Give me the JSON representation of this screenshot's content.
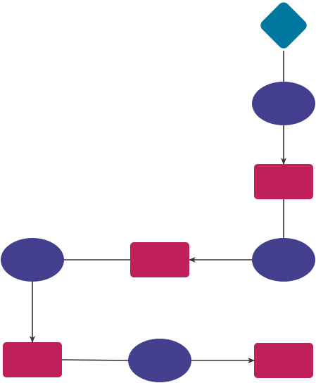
{
  "diagram": {
    "colors": {
      "diamond": "#00789f",
      "ellipse": "#433e8d",
      "rectangle": "#bf1f5b",
      "edge": "#333333",
      "background": "#ffffff"
    },
    "nodes": [
      {
        "id": "n1",
        "shape": "diamond",
        "label": ""
      },
      {
        "id": "n2",
        "shape": "ellipse",
        "label": ""
      },
      {
        "id": "n3",
        "shape": "rectangle",
        "label": ""
      },
      {
        "id": "n4",
        "shape": "ellipse",
        "label": ""
      },
      {
        "id": "n5",
        "shape": "rectangle",
        "label": ""
      },
      {
        "id": "n6",
        "shape": "ellipse",
        "label": ""
      },
      {
        "id": "n7",
        "shape": "rectangle",
        "label": ""
      },
      {
        "id": "n8",
        "shape": "ellipse",
        "label": ""
      },
      {
        "id": "n9",
        "shape": "rectangle",
        "label": ""
      }
    ],
    "edges": [
      {
        "from": "n1",
        "to": "n2",
        "arrow": false
      },
      {
        "from": "n2",
        "to": "n3",
        "arrow": true
      },
      {
        "from": "n3",
        "to": "n4",
        "arrow": false
      },
      {
        "from": "n4",
        "to": "n5",
        "arrow": true
      },
      {
        "from": "n5",
        "to": "n6",
        "arrow": false
      },
      {
        "from": "n6",
        "to": "n7",
        "arrow": true
      },
      {
        "from": "n7",
        "to": "n8",
        "arrow": false
      },
      {
        "from": "n8",
        "to": "n9",
        "arrow": true
      }
    ]
  }
}
